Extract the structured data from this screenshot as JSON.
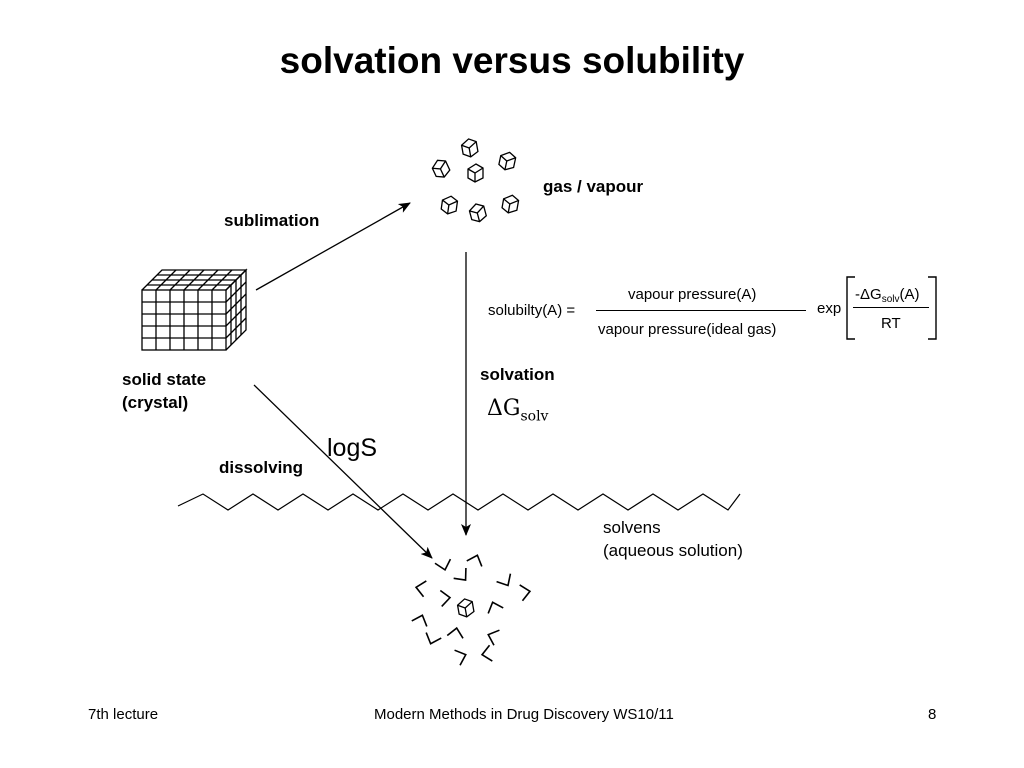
{
  "title": "solvation versus solubility",
  "labels": {
    "gas": "gas / vapour",
    "sublimation": "sublimation",
    "solid_state_line1": "solid state",
    "solid_state_line2": "(crystal)",
    "solvation": "solvation",
    "delta_g_main": "ΔG",
    "delta_g_sub": "solv",
    "logs": "logS",
    "dissolving": "dissolving",
    "solvens_line1": "solvens",
    "solvens_line2": "(aqueous solution)"
  },
  "equation": {
    "lhs": "solubilty(A) =",
    "numerator": "vapour pressure(A)",
    "denominator": "vapour pressure(ideal gas)",
    "exp": "exp",
    "exp_num_pre": "-ΔG",
    "exp_num_sub": "solv",
    "exp_num_post": "(A)",
    "exp_den": "RT"
  },
  "footer": {
    "left": "7th lecture",
    "center": "Modern Methods in Drug Discovery WS10/11",
    "right": "8"
  }
}
